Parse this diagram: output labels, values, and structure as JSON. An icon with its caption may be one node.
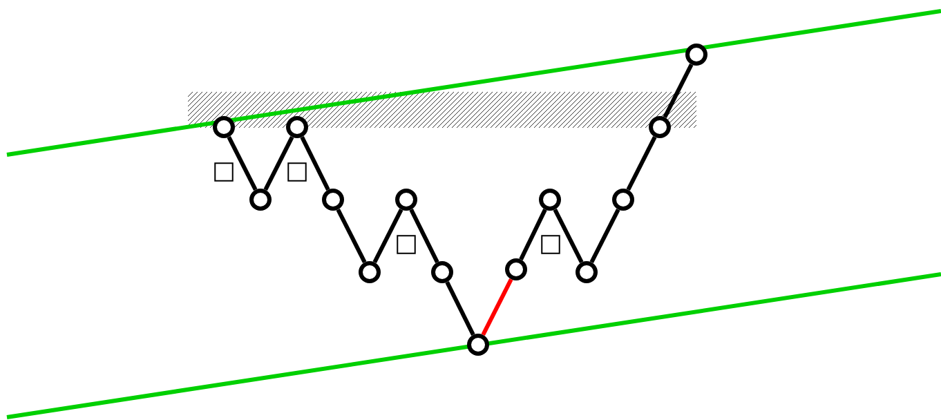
{
  "diagram": {
    "nodes": [
      {
        "text": [],
        "shape": "circle"
      },
      {
        "text": [],
        "shape": "circle"
      },
      {
        "text": [],
        "shape": "circle"
      },
      {
        "text": [],
        "shape": "circle"
      },
      {
        "text": [],
        "shape": "circle"
      },
      {
        "text": [],
        "shape": "circle"
      },
      {
        "text": [],
        "shape": "circle"
      },
      {
        "text": [],
        "shape": "circle"
      },
      {
        "text": [],
        "shape": "circle"
      },
      {
        "text": [],
        "shape": "circle"
      },
      {
        "text": [],
        "shape": "circle"
      },
      {
        "text": [],
        "shape": "circle"
      },
      {
        "text": [],
        "shape": "circle"
      },
      {
        "text": [],
        "shape": "circle"
      }
    ],
    "edges": [
      {
        "from": 0,
        "to": 1,
        "arrow": "none"
      },
      {
        "from": 1,
        "to": 2,
        "arrow": "none"
      },
      {
        "from": 2,
        "to": 3,
        "arrow": "none"
      },
      {
        "from": 3,
        "to": 4,
        "arrow": "none"
      },
      {
        "from": 4,
        "to": 5,
        "arrow": "none"
      },
      {
        "from": 5,
        "to": 6,
        "arrow": "none"
      },
      {
        "from": 6,
        "to": 7,
        "arrow": "none"
      },
      {
        "from": 7,
        "to": 8,
        "arrow": "none",
        "color": "#ff0000"
      },
      {
        "from": 8,
        "to": 9,
        "arrow": "none"
      },
      {
        "from": 9,
        "to": 10,
        "arrow": "none"
      },
      {
        "from": 10,
        "to": 11,
        "arrow": "none"
      },
      {
        "from": 11,
        "to": 12,
        "arrow": "none"
      },
      {
        "from": 12,
        "to": 13,
        "arrow": "none"
      }
    ],
    "labels": [
      "□",
      "□",
      "□",
      "□"
    ]
  }
}
